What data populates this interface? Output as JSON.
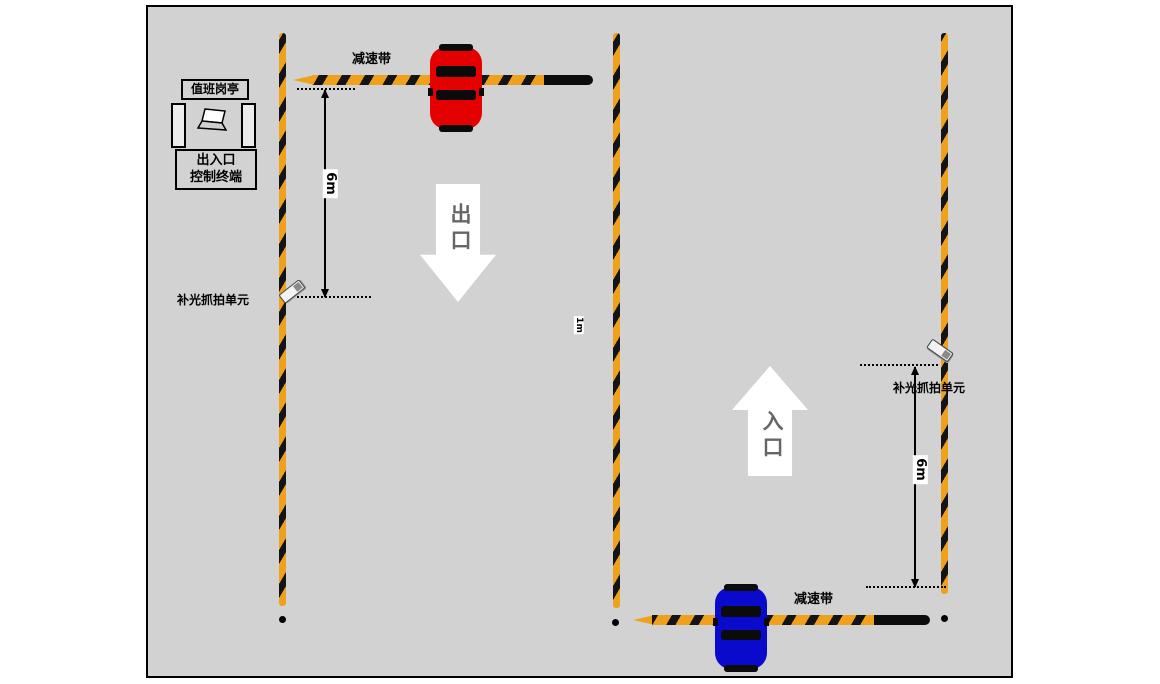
{
  "scene": {
    "booth": {
      "title": "值班岗亭",
      "terminal_line1": "出入口",
      "terminal_line2": "控制终端"
    },
    "exit_lane": {
      "speed_bump_label": "减速带",
      "direction_label": "出口",
      "camera_label": "补光抓拍单元",
      "distance": "6m"
    },
    "entrance_lane": {
      "speed_bump_label": "减速带",
      "direction_label": "入口",
      "camera_label": "补光抓拍单元",
      "distance": "6m"
    },
    "island_width": "1m",
    "colors": {
      "background": "#d2d2d2",
      "stripe_orange": "#f0a11c",
      "stripe_black": "#141414",
      "exit_car": "#e50000",
      "entrance_car": "#0a0acc",
      "arrow_fill": "#ffffff",
      "direction_text": "#666666"
    }
  }
}
